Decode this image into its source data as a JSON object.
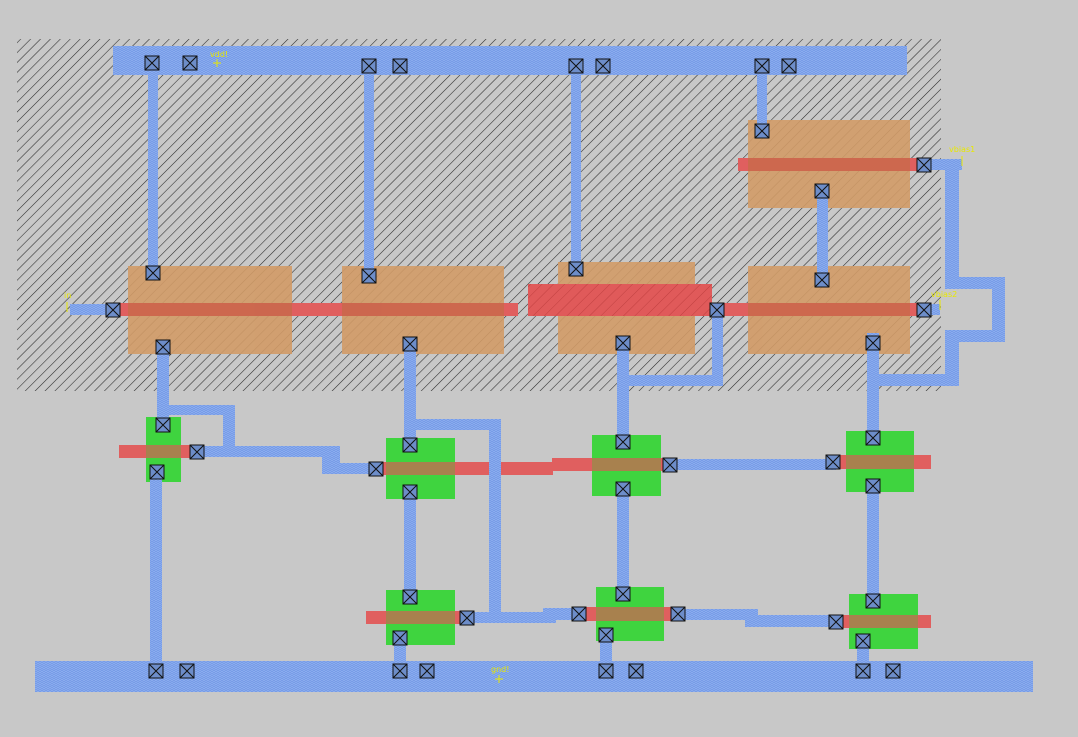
{
  "view": {
    "title": "",
    "colors": {
      "background": "#c8c8c8",
      "nwell_hatch": "#262626",
      "metal1": "#8fb0ef",
      "metal1_pattern": "#6f95e6",
      "poly": "#e26060",
      "pdiff": "#d29b67",
      "ndiff": "#3fd43f",
      "contact_fill": "#6d8dc9",
      "contact_border": "#111111",
      "label": "#e8e800"
    }
  },
  "labels": {
    "vdd": "vdd!",
    "gnd": "gnd!",
    "in": "in",
    "vbias1": "vbias1",
    "vbias2": "vbias2"
  },
  "cells": {
    "pmos_count": 5,
    "nmos_count": 7,
    "contact_count": 52
  }
}
